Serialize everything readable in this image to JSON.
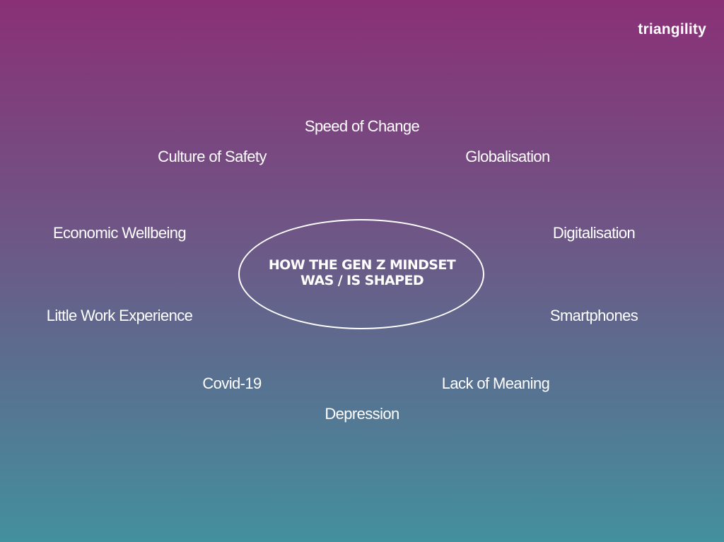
{
  "brand": {
    "logo_text": "triangility"
  },
  "diagram": {
    "center": {
      "line1": "HOW THE GEN Z MINDSET",
      "line2": "WAS / IS SHAPED"
    },
    "factors": {
      "speed_of_change": "Speed of Change",
      "culture_of_safety": "Culture of Safety",
      "globalisation": "Globalisation",
      "economic_wellbeing": "Economic Wellbeing",
      "digitalisation": "Digitalisation",
      "little_work_experience": "Little Work Experience",
      "smartphones": "Smartphones",
      "covid_19": "Covid-19",
      "lack_of_meaning": "Lack of Meaning",
      "depression": "Depression"
    }
  },
  "colors": {
    "gradient_top": "#8a3077",
    "gradient_mid": "#6f5585",
    "gradient_bottom": "#43909e",
    "text": "#ffffff"
  }
}
